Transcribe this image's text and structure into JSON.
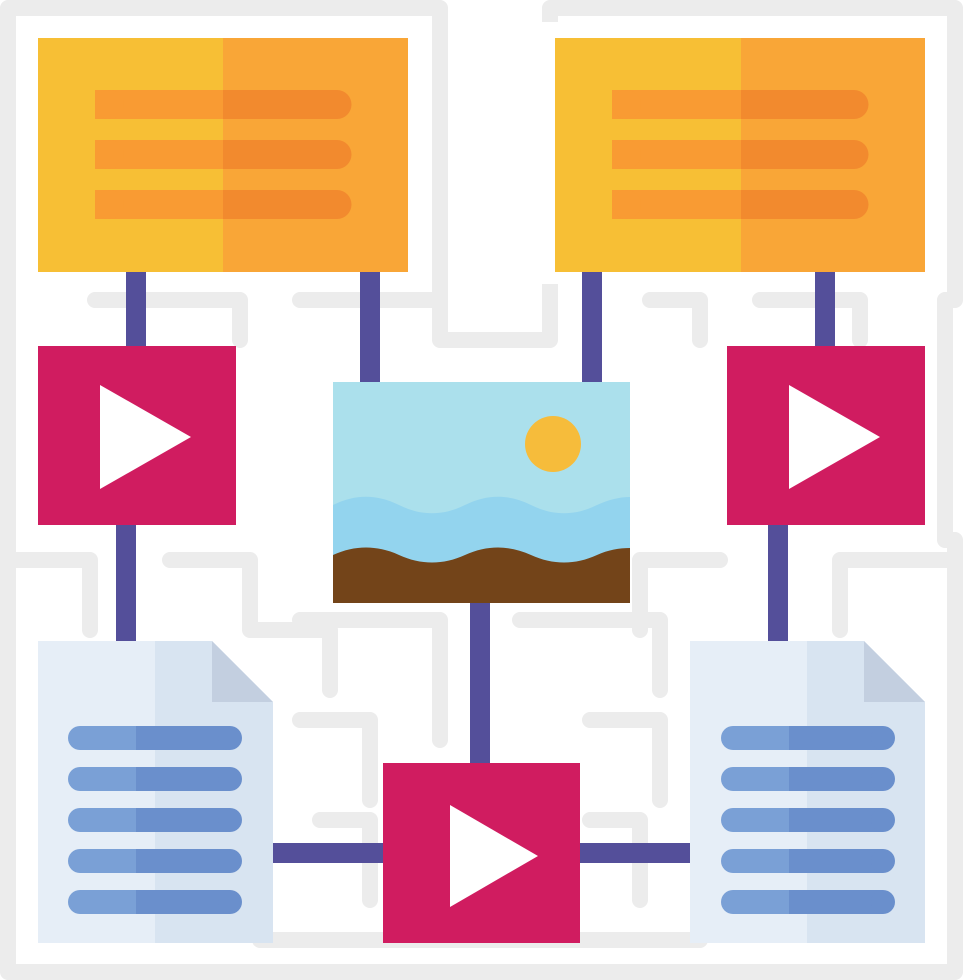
{
  "colors": {
    "background": "#ffffff",
    "sticker_outline": "#ececec",
    "connector": "#544f9a",
    "note_left_half": "#f7bf35",
    "note_right_half": "#f9a637",
    "note_line_left": "#f99b33",
    "note_line_right": "#f28a2e",
    "video_tile": "#d01c60",
    "play_glyph": "#ffffff",
    "image_sky": "#abe0ec",
    "image_sun": "#f6bc3b",
    "image_water": "#93d4ee",
    "image_ground": "#734419",
    "doc_paper_left": "#e6eef7",
    "doc_paper_right": "#d8e4f1",
    "doc_fold": "#c3cfe0",
    "doc_line_left": "#7aa0d6",
    "doc_line_right": "#6a8fcc"
  },
  "nodes": [
    {
      "id": "note-top-left",
      "kind": "text-note",
      "icon": "note-lines-icon",
      "text_lines": 3
    },
    {
      "id": "note-top-right",
      "kind": "text-note",
      "icon": "note-lines-icon",
      "text_lines": 3
    },
    {
      "id": "video-left",
      "kind": "video",
      "icon": "play-icon"
    },
    {
      "id": "video-right",
      "kind": "video",
      "icon": "play-icon"
    },
    {
      "id": "video-bottom",
      "kind": "video",
      "icon": "play-icon"
    },
    {
      "id": "image-center",
      "kind": "image",
      "icon": "landscape-image-icon"
    },
    {
      "id": "doc-bottom-left",
      "kind": "document",
      "icon": "document-icon",
      "text_lines": 5
    },
    {
      "id": "doc-bottom-right",
      "kind": "document",
      "icon": "document-icon",
      "text_lines": 5
    }
  ],
  "connections": [
    [
      "note-top-left",
      "video-left"
    ],
    [
      "note-top-left",
      "image-center"
    ],
    [
      "note-top-right",
      "image-center"
    ],
    [
      "note-top-right",
      "video-right"
    ],
    [
      "video-left",
      "doc-bottom-left"
    ],
    [
      "video-right",
      "doc-bottom-right"
    ],
    [
      "image-center",
      "video-bottom"
    ],
    [
      "doc-bottom-left",
      "video-bottom"
    ],
    [
      "video-bottom",
      "doc-bottom-right"
    ]
  ]
}
